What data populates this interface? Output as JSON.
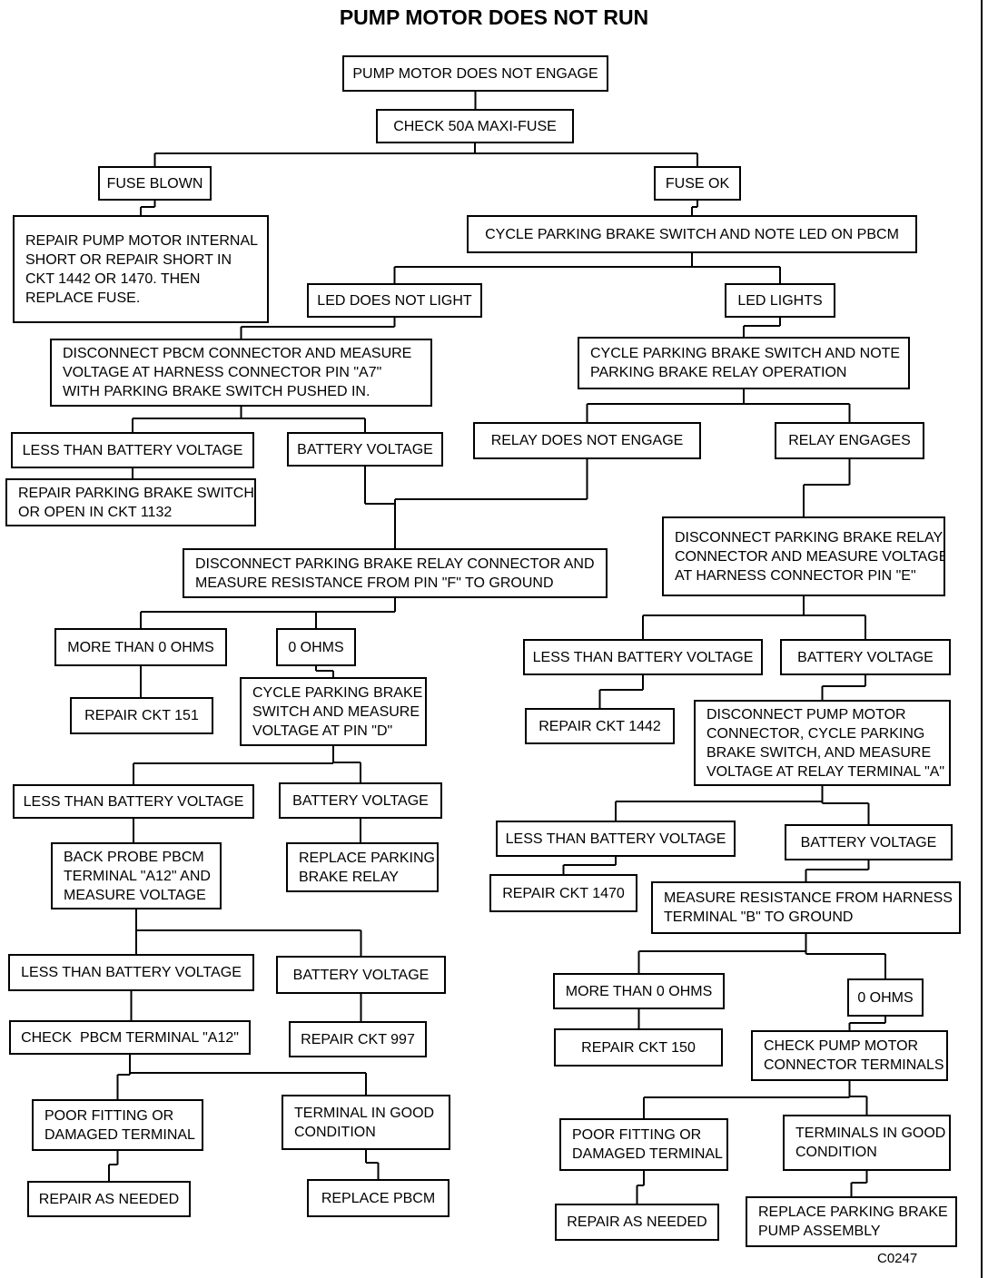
{
  "title": "PUMP MOTOR DOES NOT RUN",
  "figure_code": "C0247",
  "nodes": {
    "b01": "PUMP MOTOR DOES NOT ENGAGE",
    "b02": "CHECK 50A MAXI-FUSE",
    "b03": "FUSE BLOWN",
    "b04": "FUSE OK",
    "b05": "REPAIR PUMP MOTOR INTERNAL\nSHORT OR REPAIR SHORT IN\nCKT 1442 OR 1470. THEN\nREPLACE FUSE.",
    "b06": "CYCLE PARKING BRAKE SWITCH AND NOTE LED ON PBCM",
    "b07": "LED DOES NOT LIGHT",
    "b08": "LED LIGHTS",
    "b09": "DISCONNECT PBCM CONNECTOR AND MEASURE\nVOLTAGE AT HARNESS CONNECTOR PIN \"A7\"\nWITH PARKING BRAKE SWITCH PUSHED IN.",
    "b10": "CYCLE PARKING BRAKE SWITCH AND NOTE\nPARKING BRAKE RELAY OPERATION",
    "b11": "LESS THAN BATTERY VOLTAGE",
    "b12": "BATTERY VOLTAGE",
    "b13": "RELAY DOES NOT ENGAGE",
    "b14": "RELAY ENGAGES",
    "b15": "REPAIR PARKING BRAKE SWITCH\nOR OPEN IN CKT 1132",
    "b16": "DISCONNECT PARKING BRAKE RELAY CONNECTOR AND\nMEASURE RESISTANCE FROM PIN \"F\" TO GROUND",
    "b17": "DISCONNECT PARKING BRAKE RELAY\nCONNECTOR AND MEASURE VOLTAGE\nAT HARNESS CONNECTOR PIN \"E\"",
    "b18": "MORE THAN 0 OHMS",
    "b19": "0 OHMS",
    "b20": "LESS THAN BATTERY VOLTAGE",
    "b21": "BATTERY VOLTAGE",
    "b22": "REPAIR CKT 151",
    "b23": "CYCLE PARKING BRAKE\nSWITCH AND MEASURE\nVOLTAGE AT PIN \"D\"",
    "b24": "REPAIR CKT 1442",
    "b25": "DISCONNECT PUMP MOTOR\nCONNECTOR, CYCLE PARKING\nBRAKE SWITCH, AND MEASURE\nVOLTAGE AT RELAY TERMINAL \"A\"",
    "b26": "LESS THAN BATTERY VOLTAGE",
    "b27": "BATTERY VOLTAGE",
    "b28": "BACK PROBE PBCM\nTERMINAL \"A12\" AND\nMEASURE VOLTAGE",
    "b29": "REPLACE PARKING\nBRAKE RELAY",
    "b30": "LESS THAN BATTERY VOLTAGE",
    "b31": "BATTERY VOLTAGE",
    "b32": "REPAIR CKT 1470",
    "b33": "MEASURE RESISTANCE FROM HARNESS\nTERMINAL \"B\" TO GROUND",
    "b34": "LESS THAN BATTERY VOLTAGE",
    "b35": "BATTERY VOLTAGE",
    "b36": "MORE THAN 0 OHMS",
    "b37": "0 OHMS",
    "b38": "CHECK  PBCM TERMINAL \"A12\"",
    "b39": "REPAIR CKT 997",
    "b40": "REPAIR CKT 150",
    "b41": "CHECK PUMP MOTOR\nCONNECTOR TERMINALS",
    "b42": "POOR FITTING OR\nDAMAGED TERMINAL",
    "b43": "TERMINAL IN GOOD\nCONDITION",
    "b44": "POOR FITTING OR\nDAMAGED TERMINAL",
    "b45": "TERMINALS IN GOOD\nCONDITION",
    "b46": "REPAIR AS NEEDED",
    "b47": "REPLACE PBCM",
    "b48": "REPAIR AS NEEDED",
    "b49": "REPLACE PARKING BRAKE\nPUMP ASSEMBLY"
  },
  "edges": [
    [
      "b01",
      "b02"
    ],
    [
      "b02",
      "b03"
    ],
    [
      "b02",
      "b04"
    ],
    [
      "b03",
      "b05"
    ],
    [
      "b04",
      "b06"
    ],
    [
      "b06",
      "b07"
    ],
    [
      "b06",
      "b08"
    ],
    [
      "b07",
      "b09"
    ],
    [
      "b08",
      "b10"
    ],
    [
      "b09",
      "b11"
    ],
    [
      "b09",
      "b12"
    ],
    [
      "b10",
      "b13"
    ],
    [
      "b10",
      "b14"
    ],
    [
      "b11",
      "b15"
    ],
    [
      "b12",
      "b16"
    ],
    [
      "b13",
      "b16"
    ],
    [
      "b14",
      "b17"
    ],
    [
      "b16",
      "b18"
    ],
    [
      "b16",
      "b19"
    ],
    [
      "b17",
      "b20"
    ],
    [
      "b17",
      "b21"
    ],
    [
      "b18",
      "b22"
    ],
    [
      "b19",
      "b23"
    ],
    [
      "b20",
      "b24"
    ],
    [
      "b21",
      "b25"
    ],
    [
      "b23",
      "b26"
    ],
    [
      "b23",
      "b27"
    ],
    [
      "b25",
      "b30"
    ],
    [
      "b25",
      "b31"
    ],
    [
      "b26",
      "b28"
    ],
    [
      "b27",
      "b29"
    ],
    [
      "b30",
      "b32"
    ],
    [
      "b31",
      "b33"
    ],
    [
      "b28",
      "b34"
    ],
    [
      "b28",
      "b35"
    ],
    [
      "b33",
      "b36"
    ],
    [
      "b33",
      "b37"
    ],
    [
      "b34",
      "b38"
    ],
    [
      "b35",
      "b39"
    ],
    [
      "b36",
      "b40"
    ],
    [
      "b37",
      "b41"
    ],
    [
      "b38",
      "b42"
    ],
    [
      "b38",
      "b43"
    ],
    [
      "b41",
      "b44"
    ],
    [
      "b41",
      "b45"
    ],
    [
      "b42",
      "b46"
    ],
    [
      "b43",
      "b47"
    ],
    [
      "b44",
      "b48"
    ],
    [
      "b45",
      "b49"
    ]
  ]
}
